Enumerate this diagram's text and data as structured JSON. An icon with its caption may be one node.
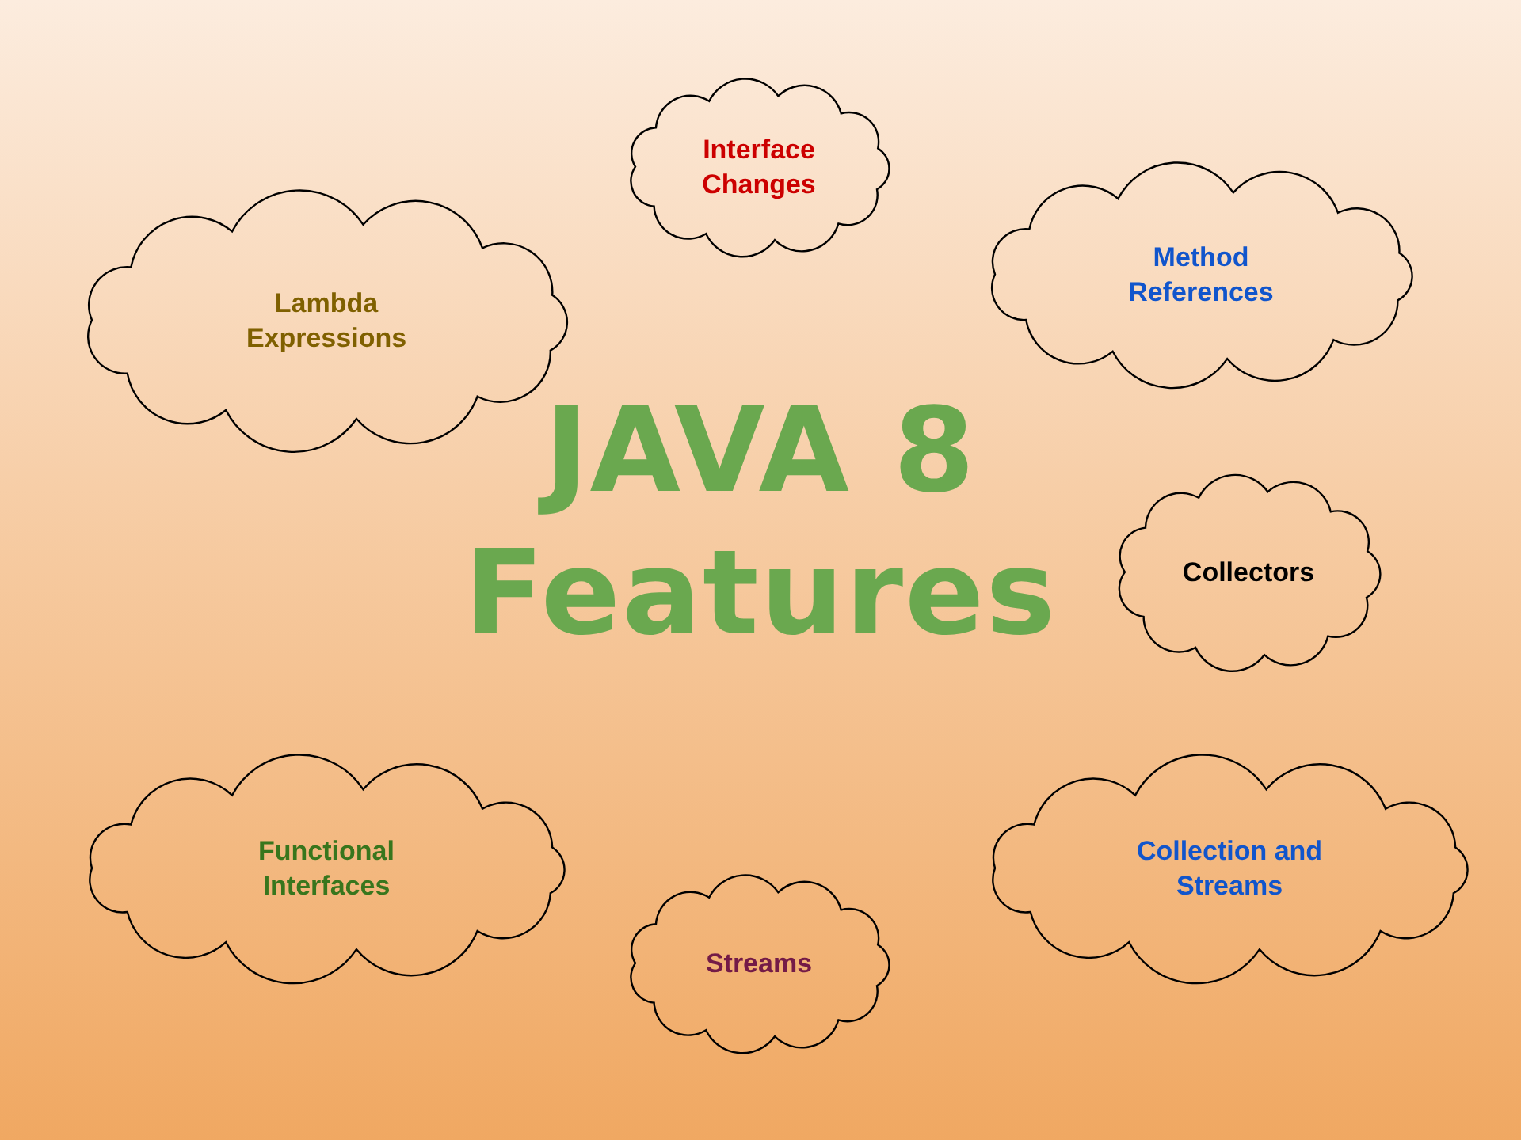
{
  "diagram": {
    "title": "JAVA 8 Features",
    "nodes": [
      {
        "text": [
          "Interface Changes"
        ]
      },
      {
        "text": [
          "Method References"
        ]
      },
      {
        "text": [
          "Lambda Expressions"
        ]
      },
      {
        "text": [
          "Collectors"
        ]
      },
      {
        "text": [
          "Functional Interfaces"
        ]
      },
      {
        "text": [
          "Collection and Streams"
        ]
      },
      {
        "text": [
          "Streams"
        ]
      }
    ]
  }
}
